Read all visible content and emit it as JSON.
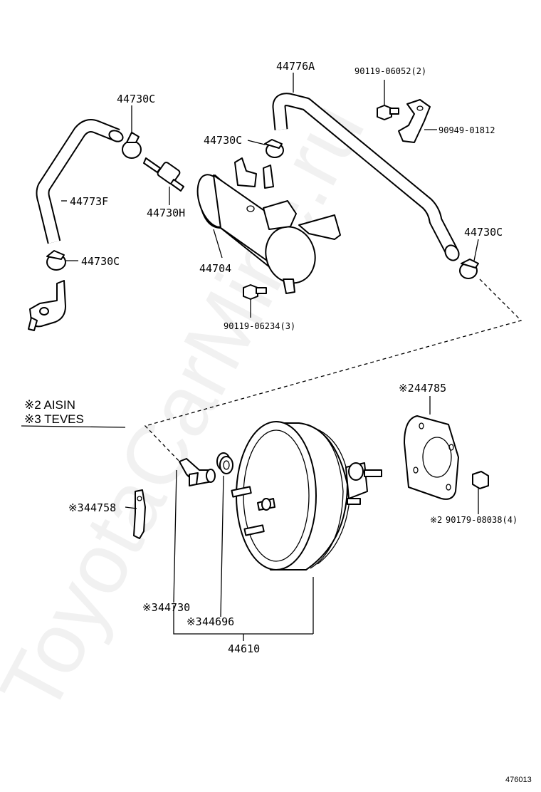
{
  "labels": {
    "hose_upper_right": "44776A",
    "bolt_top_right": "90119-06052(2)",
    "clamp_top_left": "44730C",
    "clamp_middle": "44730C",
    "bracket_right": "90949-01812",
    "hose_left": "44773F",
    "check_valve": "44730H",
    "clamp_lower_left": "44730C",
    "clamp_right": "44730C",
    "vacuum_tank": "44704",
    "bolt_lower": "90119-06234(3)",
    "gasket": "44785",
    "gasket_prefix": "※2",
    "nut": "90179-08038(4)",
    "nut_prefix": "※2",
    "bracket_left": "44758",
    "bracket_left_prefix": "※3",
    "union": "44730",
    "union_prefix": "※3",
    "grommet": "44696",
    "grommet_prefix": "※3",
    "booster": "44610"
  },
  "legend": {
    "line1": "※2 AISIN",
    "line2": "※3 TEVES"
  },
  "figure_ref": "476013",
  "watermark": "ToyotaCarMine.ru",
  "colors": {
    "ink": "#000000",
    "paper": "#ffffff"
  }
}
